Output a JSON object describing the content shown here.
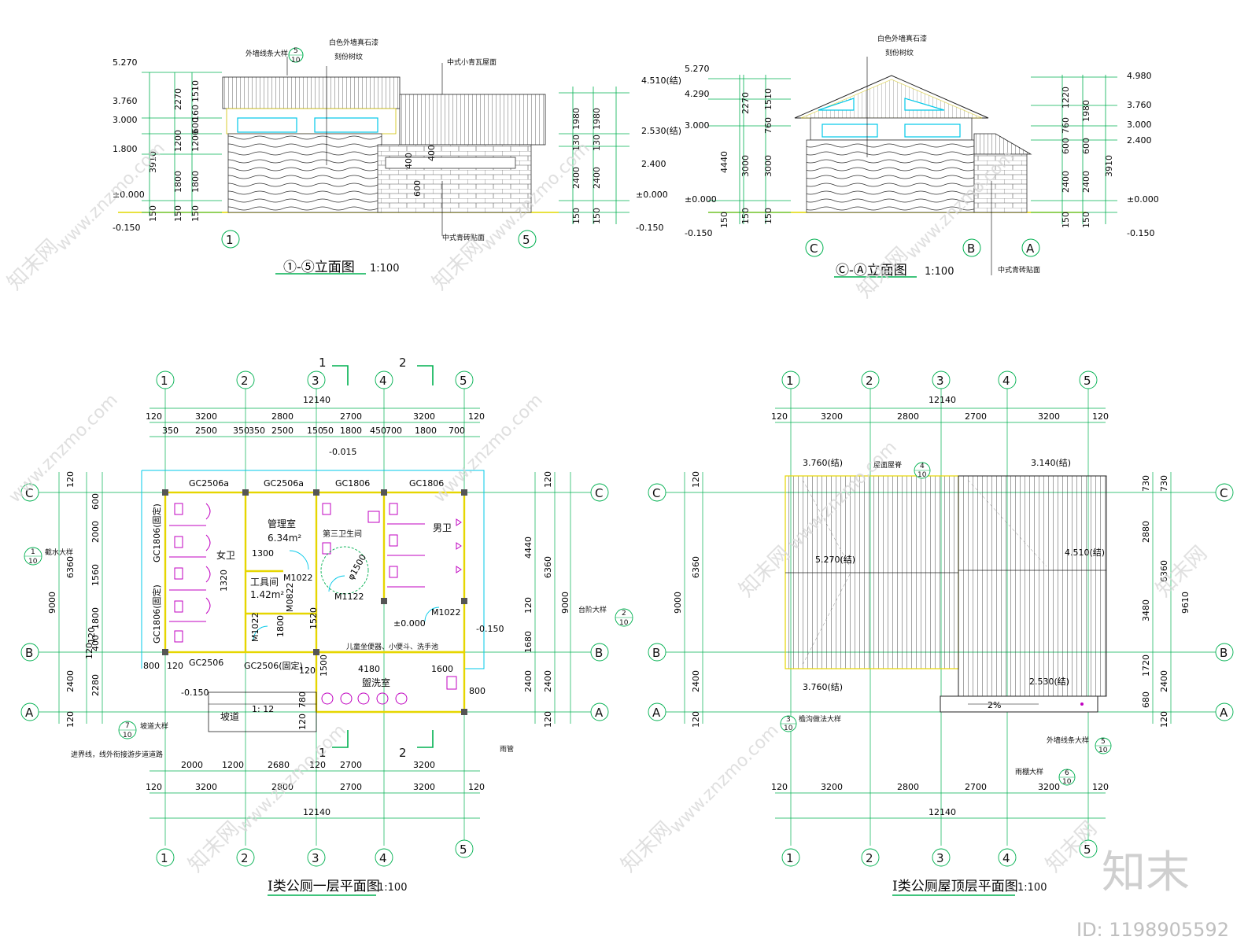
{
  "drawings": {
    "elev_1_5": {
      "title": "①-⑤立面图",
      "scale": "1:100",
      "callouts": [
        "外墙线条大样",
        "白色外墙真石漆",
        "刻份树纹",
        "中式小青瓦屋面",
        "中式青砖贴面"
      ],
      "detail_ref": {
        "num": "5",
        "sheet": "10"
      },
      "left_levels": [
        "5.270",
        "3.760",
        "3.000",
        "1.800",
        "±0.000",
        "-0.150"
      ],
      "right_levels": [
        "4.510(结)",
        "2.530(结)",
        "2.400",
        "±0.000",
        "-0.150"
      ],
      "left_dims_a": [
        "3910",
        "150"
      ],
      "left_dims_b": [
        "2270",
        "1200",
        "1800",
        "150"
      ],
      "left_dims_c": [
        "1510",
        "160",
        "600",
        "1200",
        "1800",
        "150"
      ],
      "inner_dims": [
        "400",
        "400",
        "600"
      ],
      "right_dims_a": [
        "1980",
        "130",
        "2400",
        "150"
      ],
      "right_dims_b": [
        "1980",
        "130",
        "2400",
        "150"
      ],
      "axes": [
        "1",
        "5"
      ]
    },
    "elev_c_a": {
      "title": "Ⓒ-Ⓐ立面图",
      "scale": "1:100",
      "callouts": [
        "白色外墙真石漆",
        "刻份树纹",
        "中式青砖贴面"
      ],
      "left_levels": [
        "5.270",
        "4.290",
        "3.000",
        "±0.000",
        "-0.150"
      ],
      "right_levels": [
        "4.980",
        "3.760",
        "3.000",
        "2.400",
        "±0.000",
        "-0.150"
      ],
      "left_dims_a": [
        "4440",
        "150"
      ],
      "left_dims_b": [
        "2270",
        "3000",
        "150"
      ],
      "left_dims_c": [
        "1510",
        "760",
        "3000",
        "150"
      ],
      "right_dims_a": [
        "1220",
        "760",
        "600",
        "2400",
        "150"
      ],
      "right_dims_b": [
        "1980",
        "600",
        "2400",
        "150"
      ],
      "right_dims_c": [
        "3910"
      ],
      "axes": [
        "C",
        "B",
        "A"
      ]
    },
    "plan_1f": {
      "title": "I类公厕一层平面图",
      "scale": "1:100",
      "axes_x": [
        "1",
        "2",
        "3",
        "4",
        "5"
      ],
      "axes_y": [
        "C",
        "B",
        "A"
      ],
      "section_marks": [
        "1",
        "2"
      ],
      "top_total": "12140",
      "top_bays": [
        "120",
        "3200",
        "2800",
        "2700",
        "3200",
        "120"
      ],
      "top_detail": [
        "350",
        "2500",
        "350",
        "350",
        "2500",
        "150",
        "50",
        "1800",
        "450",
        "700",
        "1800",
        "700"
      ],
      "bottom_detail": [
        "2000",
        "1200",
        "2680",
        "120",
        "2700",
        "3200"
      ],
      "bottom_bays": [
        "120",
        "3200",
        "2800",
        "2700",
        "3200",
        "120"
      ],
      "bottom_total": "12140",
      "left_outer": [
        "120",
        "6360",
        "120",
        "2400",
        "120"
      ],
      "left_total": "9000",
      "left_inner": [
        "600",
        "2000",
        "1560",
        "1800",
        "400",
        "2280"
      ],
      "right_dims": [
        "120",
        "4440",
        "120",
        "1680",
        "2400",
        "120"
      ],
      "right_total_a": "6360",
      "right_total_b": "9000",
      "right_inner": [
        "2400"
      ],
      "windows": [
        "GC2506a",
        "GC2506a",
        "GC1806",
        "GC1806",
        "GC1806(固定)",
        "GC1806(固定)",
        "GC2506",
        "GC2506(固定)"
      ],
      "doors": [
        "M1022",
        "M0822",
        "M1022",
        "M1122",
        "M1022"
      ],
      "rooms": [
        "女卫",
        "管理室",
        "6.34m²",
        "工具间",
        "1.42m²",
        "第三卫生间",
        "男卫",
        "盥洗室",
        "坡道"
      ],
      "inner_dims": [
        "1300",
        "1320",
        "1800",
        "1520",
        "1500",
        "4180",
        "1600",
        "800",
        "800",
        "120",
        "120",
        "120",
        "780",
        "120",
        "φ1500"
      ],
      "levels": [
        "-0.015",
        "±0.000",
        "-0.150",
        "-0.150"
      ],
      "ramp_slope": "1: 12",
      "notes": [
        "儿童坐便器、小便斗、洗手池",
        "进界线，线外衔接游步道道路",
        "截水大样",
        "台阶大样",
        "坡道大样",
        "雨管"
      ],
      "refs": [
        {
          "num": "1",
          "sheet": "10"
        },
        {
          "num": "2",
          "sheet": "10"
        },
        {
          "num": "7",
          "sheet": "10"
        }
      ]
    },
    "plan_roof": {
      "title": "I类公厕屋顶层平面图",
      "scale": "1:100",
      "axes_x": [
        "1",
        "2",
        "3",
        "4",
        "5"
      ],
      "axes_y": [
        "C",
        "B",
        "A"
      ],
      "top_total": "12140",
      "top_bays": [
        "120",
        "3200",
        "2800",
        "2700",
        "3200",
        "120"
      ],
      "bottom_bays": [
        "120",
        "3200",
        "2800",
        "2700",
        "3200",
        "120"
      ],
      "bottom_total": "12140",
      "left_dims": [
        "120",
        "6360",
        "2400",
        "120"
      ],
      "left_total": "9000",
      "right_inner": [
        "730",
        "2880",
        "3480",
        "1720",
        "680"
      ],
      "right_outer": [
        "730",
        "6360",
        "2400",
        "120"
      ],
      "right_total": "9610",
      "levels": [
        "3.760(结)",
        "3.140(结)",
        "5.270(结)",
        "4.510(结)",
        "3.760(结)",
        "2.530(结)"
      ],
      "slope": "2%",
      "callouts": [
        "屋面屋脊",
        "檐沟做法大样",
        "外墙线条大样",
        "雨棚大样"
      ],
      "refs": [
        {
          "num": "4",
          "sheet": "10"
        },
        {
          "num": "3",
          "sheet": "10"
        },
        {
          "num": "5",
          "sheet": "10"
        },
        {
          "num": "6",
          "sheet": "10"
        }
      ]
    }
  },
  "watermark": {
    "site": "www.znzmo.com",
    "brand": "知末",
    "short": "知末网",
    "id_label": "ID: 1198905592"
  },
  "colors": {
    "dimension": "#00b050",
    "wall_yellow": "#f0e000",
    "fixture_magenta": "#c000c0",
    "window_cyan": "#00c8e8",
    "text": "#000000"
  }
}
